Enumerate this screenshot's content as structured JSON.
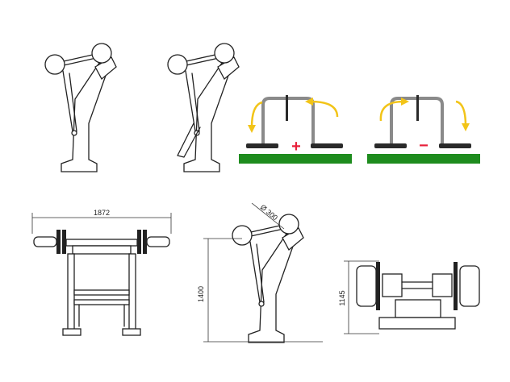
{
  "dimensions": {
    "width_label": "1872",
    "diameter_label": "Ø 300",
    "height_label": "1400",
    "depth_label": "1145"
  },
  "motion_panels": [
    {
      "sign": "+",
      "sign_color": "#e8203a"
    },
    {
      "sign": "−",
      "sign_color": "#e8203a"
    }
  ],
  "colors": {
    "ground": "#1e8c1e",
    "arrow": "#f2c418",
    "handle": "#8a8a8a",
    "pad": "#2a2a2a"
  }
}
